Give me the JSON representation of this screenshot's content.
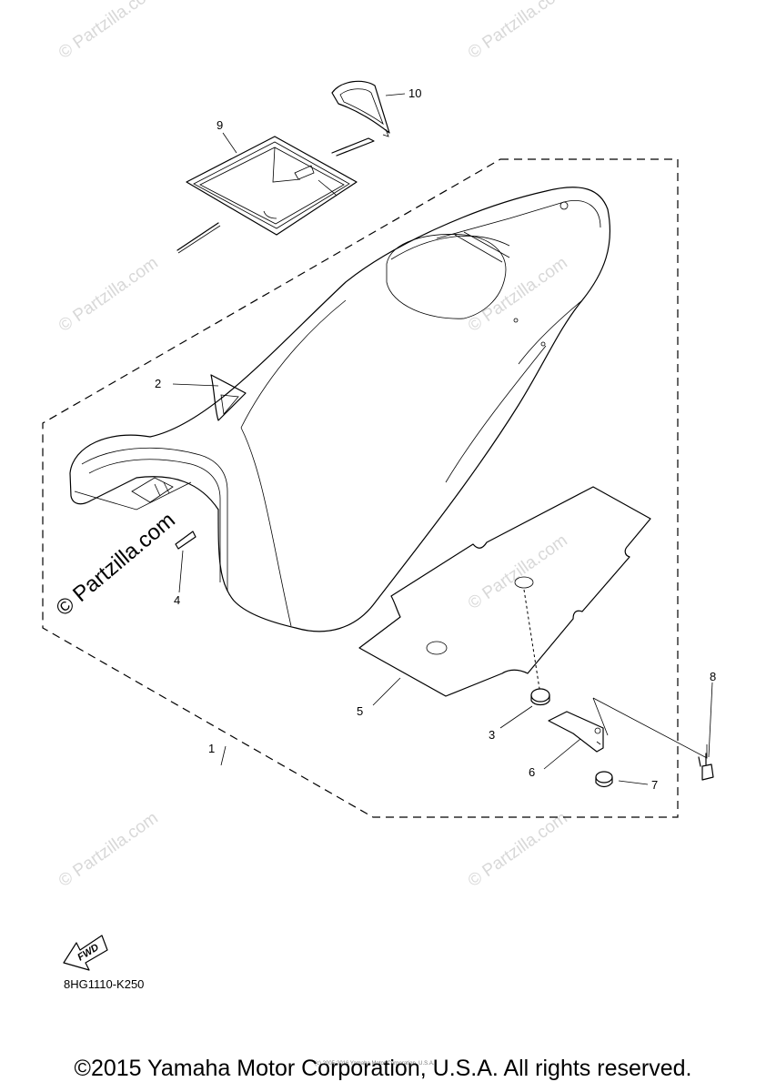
{
  "callouts": [
    "1",
    "2",
    "3",
    "4",
    "5",
    "6",
    "7",
    "8",
    "9",
    "10"
  ],
  "watermark": "© Partzilla.com",
  "fwd_label": "FWD",
  "diagram_code": "8HG1110-K250",
  "small_copyright": "(c) 2005-2016 Yamaha Motor Corporation, U.S.A.",
  "copyright": "©2015 Yamaha Motor Corporation, U.S.A. All rights reserved."
}
